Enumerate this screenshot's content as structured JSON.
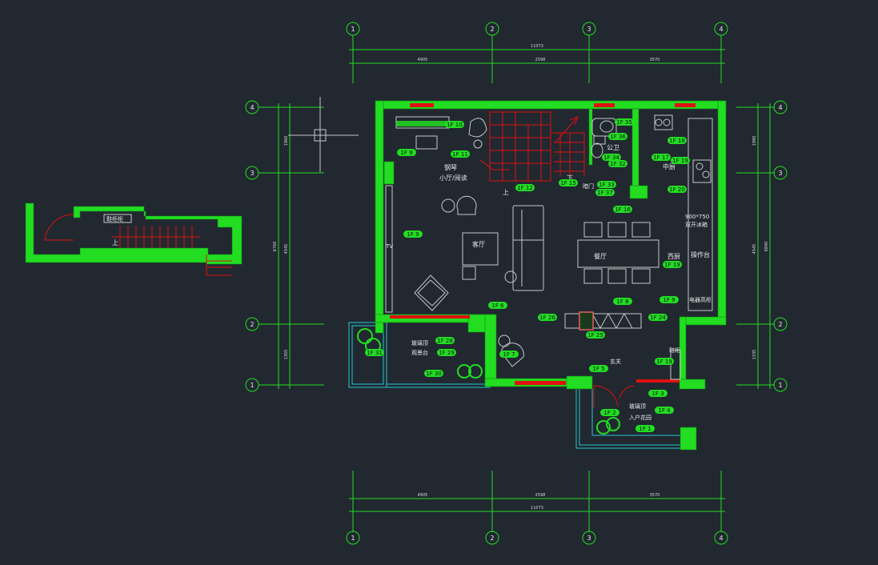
{
  "colors": {
    "background": "#212830",
    "wall": "#22dd22",
    "stair": "#e01010",
    "furniture": "#c8c8c8",
    "glass": "#22c8d0"
  },
  "grid": {
    "top": [
      "1",
      "2",
      "3",
      "4"
    ],
    "bottom": [
      "1",
      "2",
      "3",
      "4"
    ],
    "left": [
      "4",
      "3",
      "2",
      "1"
    ],
    "right": [
      "4",
      "3",
      "2",
      "1"
    ]
  },
  "dimensions": {
    "top_total": "11073",
    "top_segments": [
      "4905",
      "2598",
      "3570"
    ],
    "bottom_total": "11073",
    "bottom_segments": [
      "4905",
      "2598",
      "3570"
    ],
    "left_total": "6760",
    "left_segments": [
      "1900",
      "4545",
      "1355"
    ],
    "right_total": "6840",
    "right_segments": [
      "1990",
      "4545",
      "1335"
    ]
  },
  "rooms": {
    "shoe_cabinet": "鞋柜柜",
    "stairs_up_left": "上",
    "piano": "钢琴",
    "lounge": "小厅/阅读",
    "stairs_up": "上",
    "stairs_down": "下",
    "public_wc": "公卫",
    "chinese_kitchen": "中厨",
    "cabinet_spec": "900*750",
    "cabinet_spec_2": "双开冰箱",
    "tv": "TV",
    "living_room": "客厅",
    "dining_room": "餐厅",
    "western_kitchen": "西厨",
    "counter": "操作台",
    "appliance_cabinet": "电器高柜",
    "dark_door": "暗门",
    "glass_railing": "玻璃顶",
    "viewing_deck": "观景台",
    "foyer": "玄关",
    "shoe_rack": "鞋柜",
    "glass_railing_2": "玻璃顶",
    "entry_garden": "入户花园"
  },
  "tags": [
    "1F 10",
    "1F 9",
    "1F 11",
    "1F 12",
    "1F 35",
    "1F 36",
    "1F 34",
    "1F 32",
    "1F 33",
    "1F 37",
    "1F 15",
    "1F 16",
    "1F 17",
    "1F 18",
    "1F 19",
    "1F 20",
    "1F 9",
    "1F 19",
    "1F 8",
    "1F 6",
    "1F 9",
    "1F 26",
    "1F 24",
    "1F 25",
    "1F 28",
    "1F 29",
    "1F 7",
    "1F 31",
    "1F 30",
    "1F 5",
    "1F 19",
    "1F 3",
    "1F 2",
    "1F 4",
    "1F 1"
  ]
}
